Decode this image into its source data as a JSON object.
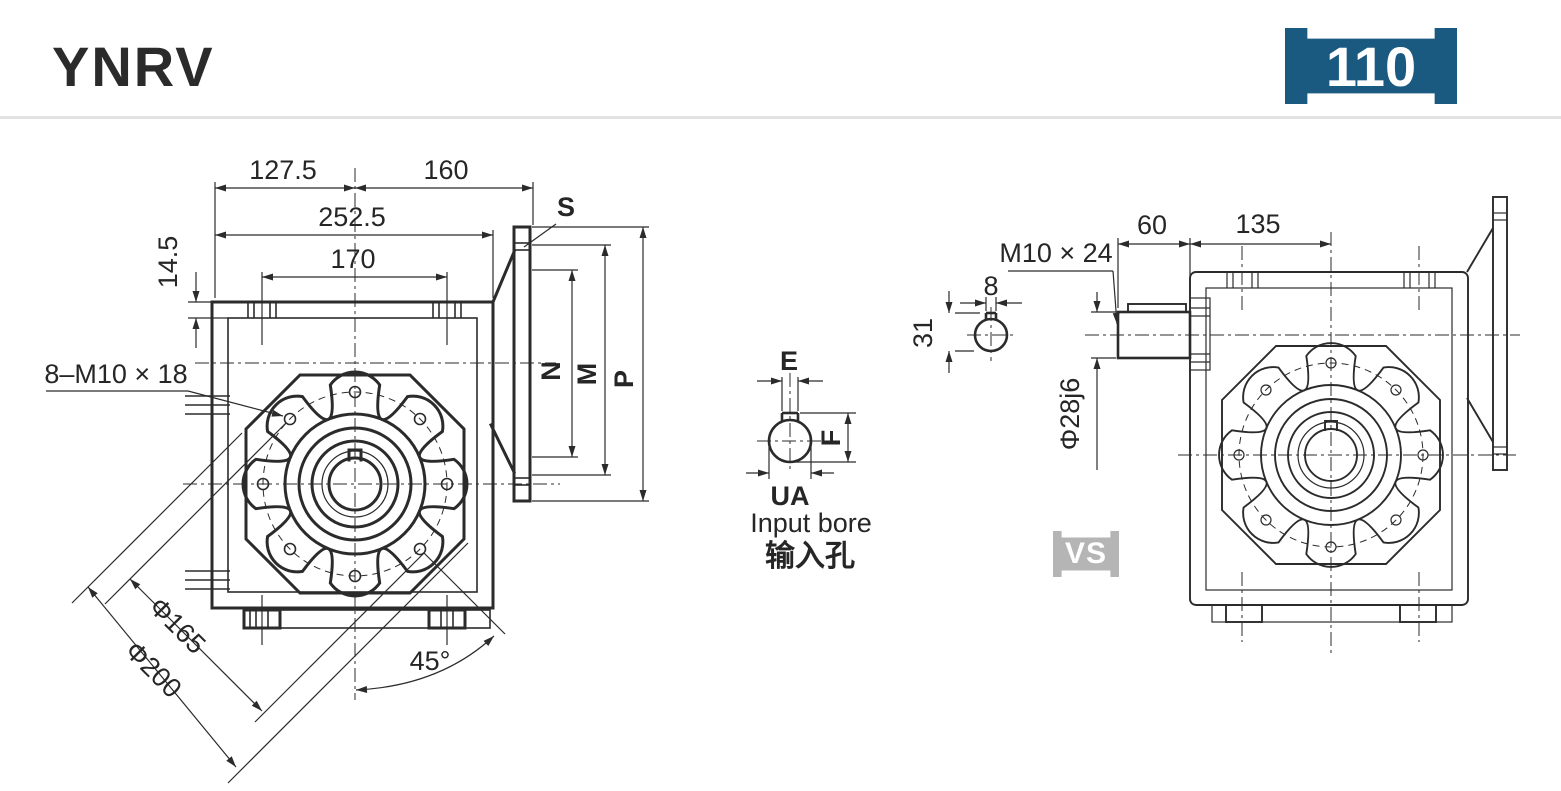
{
  "header": {
    "title": "YNRV",
    "model_number": "110"
  },
  "watermark": {
    "vs_label": "VS"
  },
  "left_view": {
    "dims": {
      "d127_5": "127.5",
      "d160": "160",
      "d252_5": "252.5",
      "d170": "170",
      "d14_5": "14.5",
      "bolt_callout": "8–M10 × 18",
      "dia165": "Φ165",
      "dia200": "Φ200",
      "angle45": "45°",
      "s": "S",
      "n": "N",
      "m": "M",
      "p": "P"
    }
  },
  "input_bore_detail": {
    "e": "E",
    "f": "F",
    "ua": "UA",
    "caption_en": "Input bore",
    "caption_zh": "输入孔"
  },
  "right_view": {
    "dims": {
      "d60": "60",
      "d135": "135",
      "key_callout": "M10 × 24",
      "d8": "8",
      "d31": "31",
      "shaft_dia": "Φ28j6"
    }
  },
  "colors": {
    "badge_blue": "#1a5a80",
    "vs_gray": "#b5b5b5",
    "line": "#2b2b2b"
  }
}
